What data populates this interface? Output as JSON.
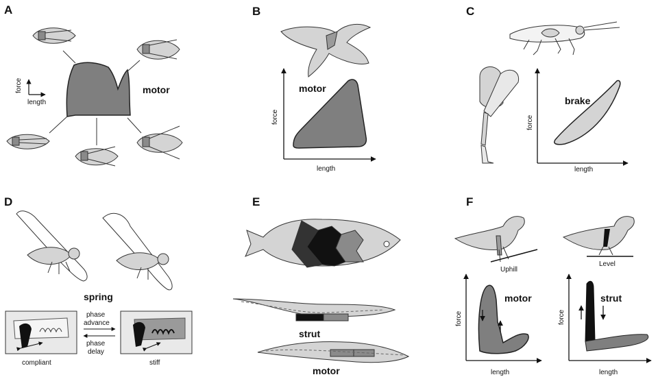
{
  "panels": {
    "A": {
      "letter": "A",
      "motor": "motor",
      "force": "force",
      "length": "length"
    },
    "B": {
      "letter": "B",
      "motor": "motor",
      "force": "force",
      "length": "length"
    },
    "C": {
      "letter": "C",
      "brake": "brake",
      "force": "force",
      "length": "length"
    },
    "D": {
      "letter": "D",
      "spring": "spring",
      "phase_advance_1": "phase",
      "phase_advance_2": "advance",
      "phase_delay_1": "phase",
      "phase_delay_2": "delay",
      "compliant": "compliant",
      "stiff": "stiff"
    },
    "E": {
      "letter": "E",
      "strut": "strut",
      "motor": "motor"
    },
    "F": {
      "letter": "F",
      "uphill": "Uphill",
      "level": "Level",
      "motor": "motor",
      "strut": "strut",
      "force_left": "force",
      "length_left": "length",
      "force_right": "force",
      "length_right": "length"
    }
  },
  "colors": {
    "dark_gray": "#7f7f7f",
    "light_gray": "#d4d4d4",
    "black": "#111111",
    "outline": "#333333"
  }
}
